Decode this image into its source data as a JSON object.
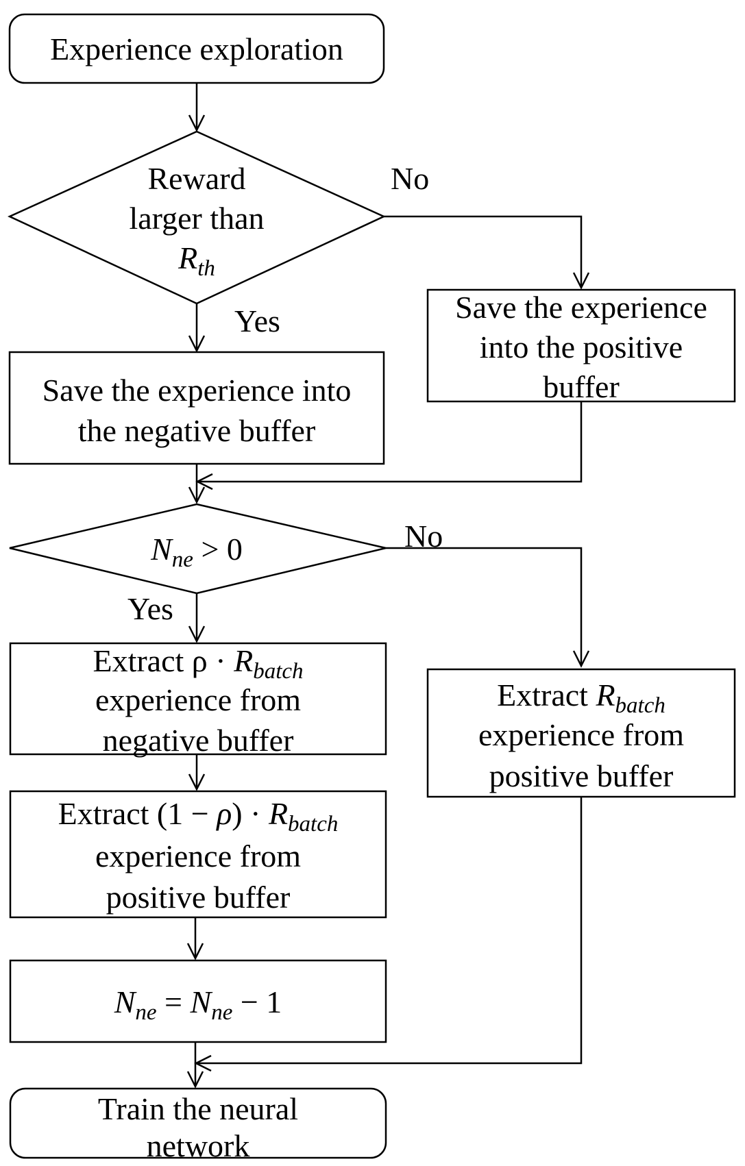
{
  "nodes": {
    "start": {
      "label": "Experience exploration"
    },
    "decision1": {
      "line1": "Reward",
      "line2": "larger than",
      "var_main": "R",
      "var_sub": "th"
    },
    "save_negative": {
      "line1": "Save the experience into",
      "line2": "the negative buffer"
    },
    "save_positive": {
      "line1": "Save the experience",
      "line2": "into the positive",
      "line3": "buffer"
    },
    "decision2": {
      "var_main": "N",
      "var_sub": "ne",
      "op": " > 0"
    },
    "extract_rho": {
      "prefix": "Extract  ρ · ",
      "var_main": "R",
      "var_sub": "batch",
      "line2": "experience from",
      "line3": "negative buffer"
    },
    "extract_one_minus_rho": {
      "prefix": "Extract  (1 − ",
      "rho": "ρ",
      "mid": ") · ",
      "var_main": "R",
      "var_sub": "batch",
      "line2": "experience from",
      "line3": "positive buffer"
    },
    "extract_batch": {
      "prefix": "Extract  ",
      "var_main": "R",
      "var_sub": "batch",
      "line2": "experience from",
      "line3": "positive buffer"
    },
    "decrement": {
      "lhs_main": "N",
      "lhs_sub": "ne",
      "eq": " = ",
      "rhs_main": "N",
      "rhs_sub": "ne",
      "rhs_tail": " − 1"
    },
    "end": {
      "line1": "Train the neural",
      "line2": "network"
    }
  },
  "edges": {
    "d1_no": "No",
    "d1_yes": "Yes",
    "d2_no": "No",
    "d2_yes": "Yes"
  }
}
